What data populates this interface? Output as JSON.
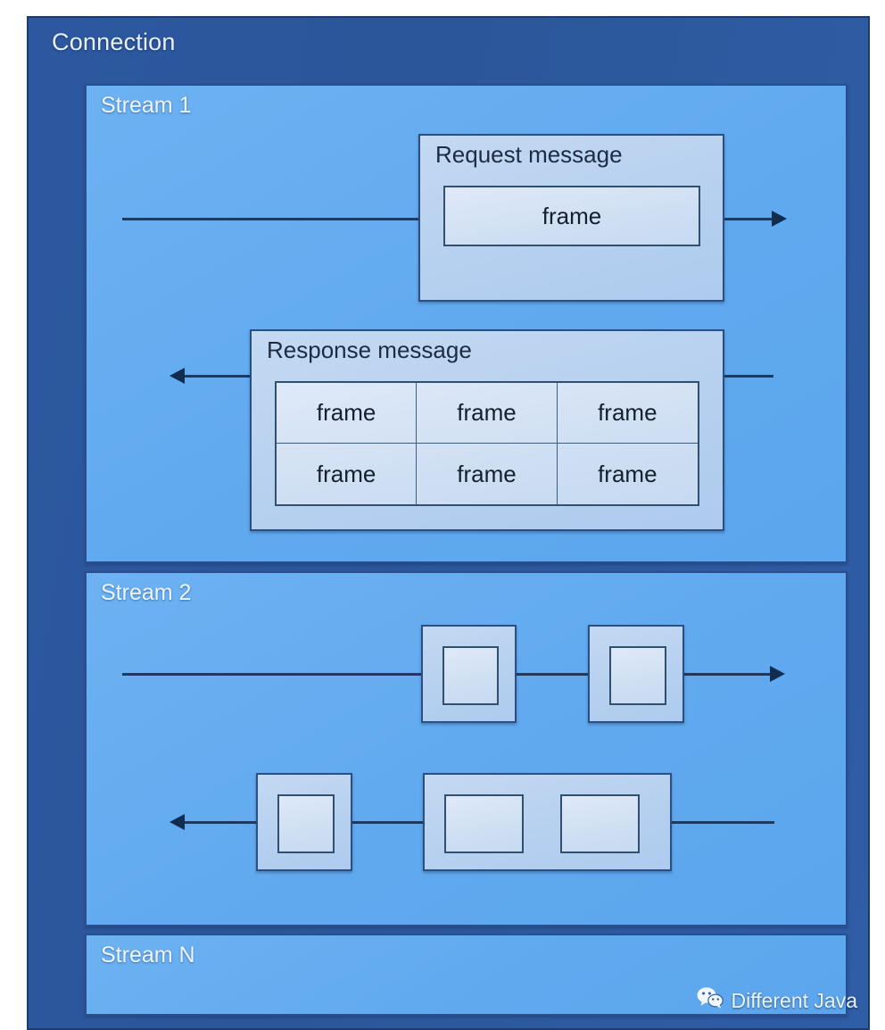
{
  "diagram": {
    "title": "Connection",
    "streams": [
      {
        "id": "stream1",
        "label": "Stream 1",
        "messages": [
          {
            "id": "request-message",
            "title": "Request message",
            "direction": "right",
            "rows": 1,
            "cols": 1,
            "frames": [
              "frame"
            ]
          },
          {
            "id": "response-message",
            "title": "Response message",
            "direction": "left",
            "rows": 2,
            "cols": 3,
            "frames": [
              "frame",
              "frame",
              "frame",
              "frame",
              "frame",
              "frame"
            ]
          }
        ]
      },
      {
        "id": "stream2",
        "label": "Stream 2",
        "messages": [
          {
            "id": "stream2-request-message-1",
            "title": "",
            "direction": "right",
            "rows": 1,
            "cols": 1,
            "frames": [
              ""
            ]
          },
          {
            "id": "stream2-request-message-2",
            "title": "",
            "direction": "right",
            "rows": 1,
            "cols": 1,
            "frames": [
              ""
            ]
          },
          {
            "id": "stream2-response-message-1",
            "title": "",
            "direction": "left",
            "rows": 1,
            "cols": 1,
            "frames": [
              ""
            ]
          },
          {
            "id": "stream2-response-message-2",
            "title": "",
            "direction": "left",
            "rows": 1,
            "cols": 2,
            "frames": [
              "",
              ""
            ]
          }
        ]
      },
      {
        "id": "streamN",
        "label": "Stream N",
        "messages": []
      }
    ]
  },
  "labels": {
    "frame": "frame",
    "request_message": "Request message",
    "response_message": "Response message"
  },
  "watermark": {
    "text": "Different Java",
    "icon": "wechat-icon"
  },
  "colors": {
    "connection_panel": "#2b5699",
    "connection_border": "#1b3b71",
    "stream_panel": "#61a9ef",
    "stream_border": "#2a4f8e",
    "message_box": "#b6d0ef",
    "message_border": "#2c4f81",
    "frame_fill": "#cfdff3",
    "frame_border": "#31506f",
    "arrow": "#1d3a63",
    "title_text": "#e8f0fb",
    "body_text": "#14202f"
  }
}
